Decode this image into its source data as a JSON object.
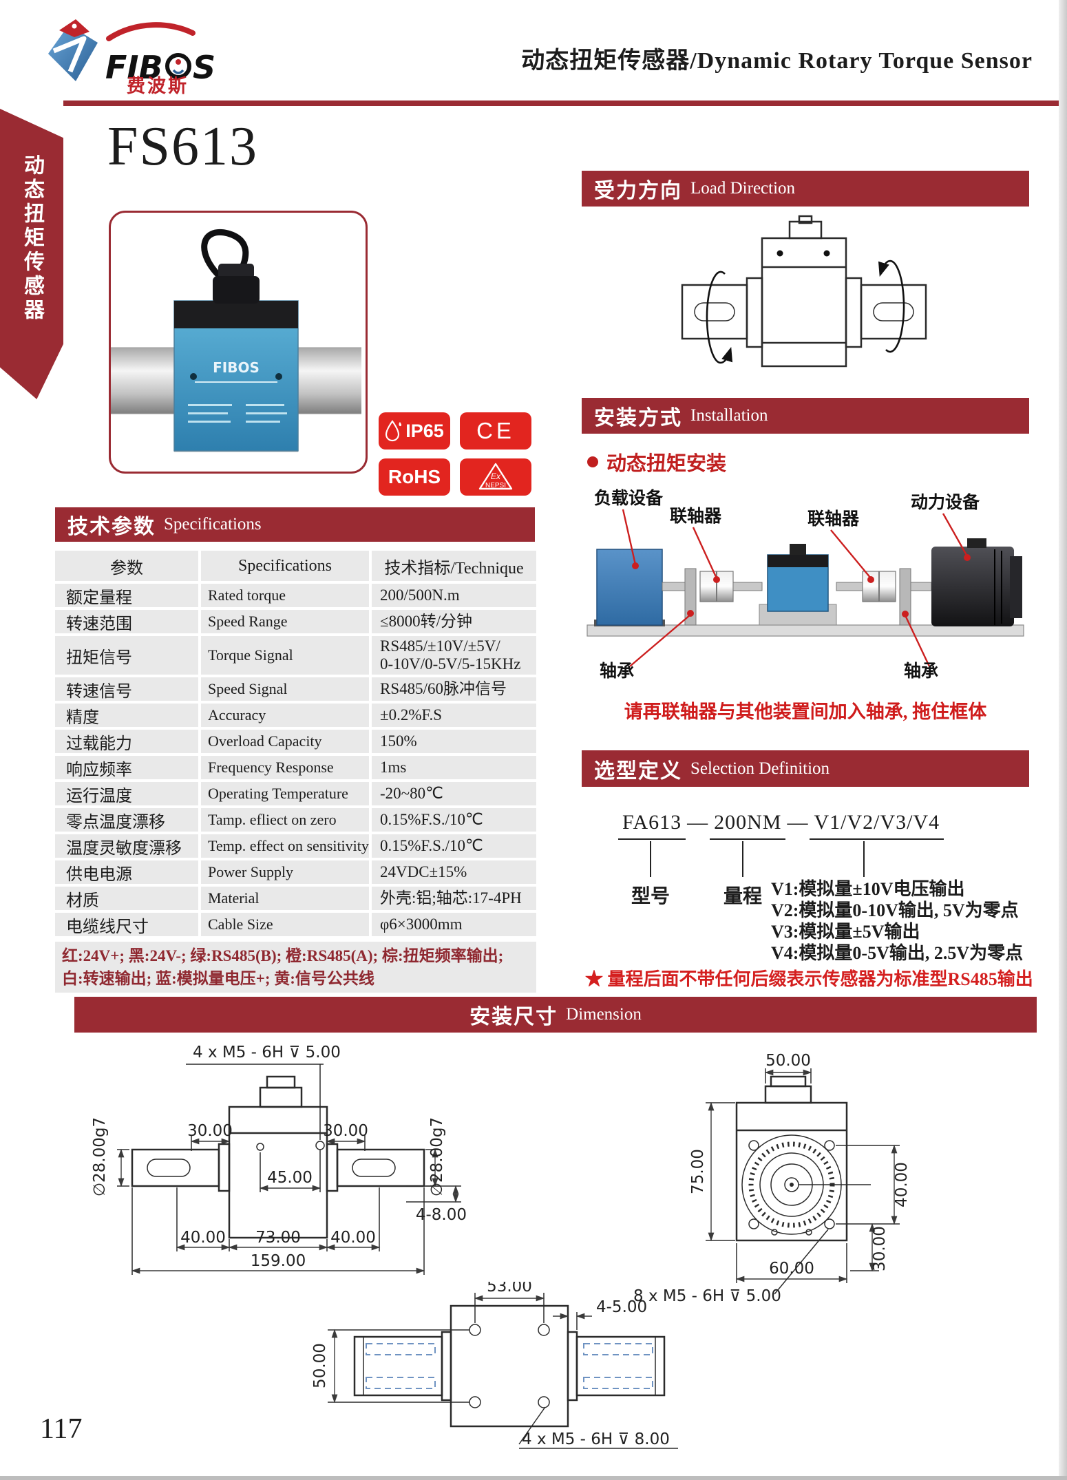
{
  "colors": {
    "accent": "#9a2b33",
    "badge_red": "#e2251f",
    "red_text": "#cf1b1b",
    "table_gray": "#e9e9e9"
  },
  "page": {
    "number": "117"
  },
  "header": {
    "title": "动态扭矩传感器/Dynamic Rotary Torque Sensor"
  },
  "logo": {
    "brand_part1": "FIB",
    "brand_part2": "S",
    "brand_cn": "费波斯"
  },
  "sidebar": {
    "vertical_label": "动态扭矩传感器"
  },
  "product": {
    "model": "FS613",
    "photo_brand": "FIBOS"
  },
  "badges": {
    "ip65": "IP65",
    "ce": "CE",
    "rohs": "RoHS",
    "ex_line1": "Ex",
    "ex_line2": "NEPSI"
  },
  "specs": {
    "title_cn": "技术参数",
    "title_en": "Specifications",
    "columns": [
      "参数",
      "Specifications",
      "技术指标/Technique"
    ],
    "rows": [
      {
        "cn": "额定量程",
        "en": "Rated torque",
        "val": "200/500N.m"
      },
      {
        "cn": "转速范围",
        "en": "Speed Range",
        "val": "≤8000转/分钟"
      },
      {
        "cn": "扭矩信号",
        "en": "Torque Signal",
        "val": "RS485/±10V/±5V/\n0-10V/0-5V/5-15KHz"
      },
      {
        "cn": "转速信号",
        "en": "Speed Signal",
        "val": "RS485/60脉冲信号"
      },
      {
        "cn": "精度",
        "en": "Accuracy",
        "val": "±0.2%F.S"
      },
      {
        "cn": "过载能力",
        "en": "Overload Capacity",
        "val": "150%"
      },
      {
        "cn": "响应频率",
        "en": "Frequency Response",
        "val": "1ms"
      },
      {
        "cn": "运行温度",
        "en": "Operating Temperature",
        "val": "-20~80℃"
      },
      {
        "cn": "零点温度漂移",
        "en": "Tamp. efliect on zero",
        "val": "0.15%F.S./10℃"
      },
      {
        "cn": "温度灵敏度漂移",
        "en": "Temp. effect on sensitivity",
        "val": "0.15%F.S./10℃"
      },
      {
        "cn": "供电电源",
        "en": "Power Supply",
        "val": "24VDC±15%"
      },
      {
        "cn": "材质",
        "en": "Material",
        "val": "外壳:铝;轴芯:17-4PH"
      },
      {
        "cn": "电缆线尺寸",
        "en": "Cable Size",
        "val": "φ6×3000mm"
      }
    ],
    "wiring": [
      "红:24V+; 黑:24V-; 绿:RS485(B); 橙:RS485(A); 棕:扭矩频率输出;",
      "白:转速输出; 蓝:模拟量电压+; 黄:信号公共线"
    ]
  },
  "load_direction": {
    "title_cn": "受力方向",
    "title_en": "Load Direction"
  },
  "installation": {
    "title_cn": "安装方式",
    "title_en": "Installation",
    "bullet": "动态扭矩安装",
    "labels": {
      "load_device": "负载设备",
      "coupling_left": "联轴器",
      "coupling_right": "联轴器",
      "power_device": "动力设备",
      "bearing_left": "轴承",
      "bearing_right": "轴承"
    },
    "note": "请再联轴器与其他装置间加入轴承, 拖住框体"
  },
  "selection": {
    "title_cn": "选型定义",
    "title_en": "Selection Definition",
    "code": {
      "model": "FA613",
      "sep1": "—",
      "range": "200NM",
      "sep2": "—",
      "outputs": "V1/V2/V3/V4"
    },
    "label_model": "型号",
    "label_range": "量程",
    "options": [
      "V1:模拟量±10V电压输出",
      "V2:模拟量0-10V输出, 5V为零点",
      "V3:模拟量±5V输出",
      "V4:模拟量0-5V输出, 2.5V为零点"
    ],
    "note": "★ 量程后面不带任何后缀表示传感器为标准型RS485输出"
  },
  "dimension": {
    "title_cn": "安装尺寸",
    "title_en": "Dimension",
    "front": {
      "thread": "4 x  M5 - 6H ⊽ 5.00",
      "dia_left": "∅28.00g7",
      "dia_right": "∅28.00g7",
      "d30l": "30.00",
      "d30r": "30.00",
      "d45": "45.00",
      "d40l": "40.00",
      "d73": "73.00",
      "d40r": "40.00",
      "d159": "159.00",
      "d48": "4-8.00"
    },
    "side": {
      "d50": "50.00",
      "d75": "75.00",
      "d40": "40.00",
      "d30": "30.00",
      "d60": "60.00",
      "thread": "8 x  M5 - 6H ⊽ 5.00"
    },
    "top": {
      "d53": "53.00",
      "d45": "4-5.00",
      "d50": "50.00",
      "thread": "4 x  M5 - 6H ⊽ 8.00"
    }
  }
}
